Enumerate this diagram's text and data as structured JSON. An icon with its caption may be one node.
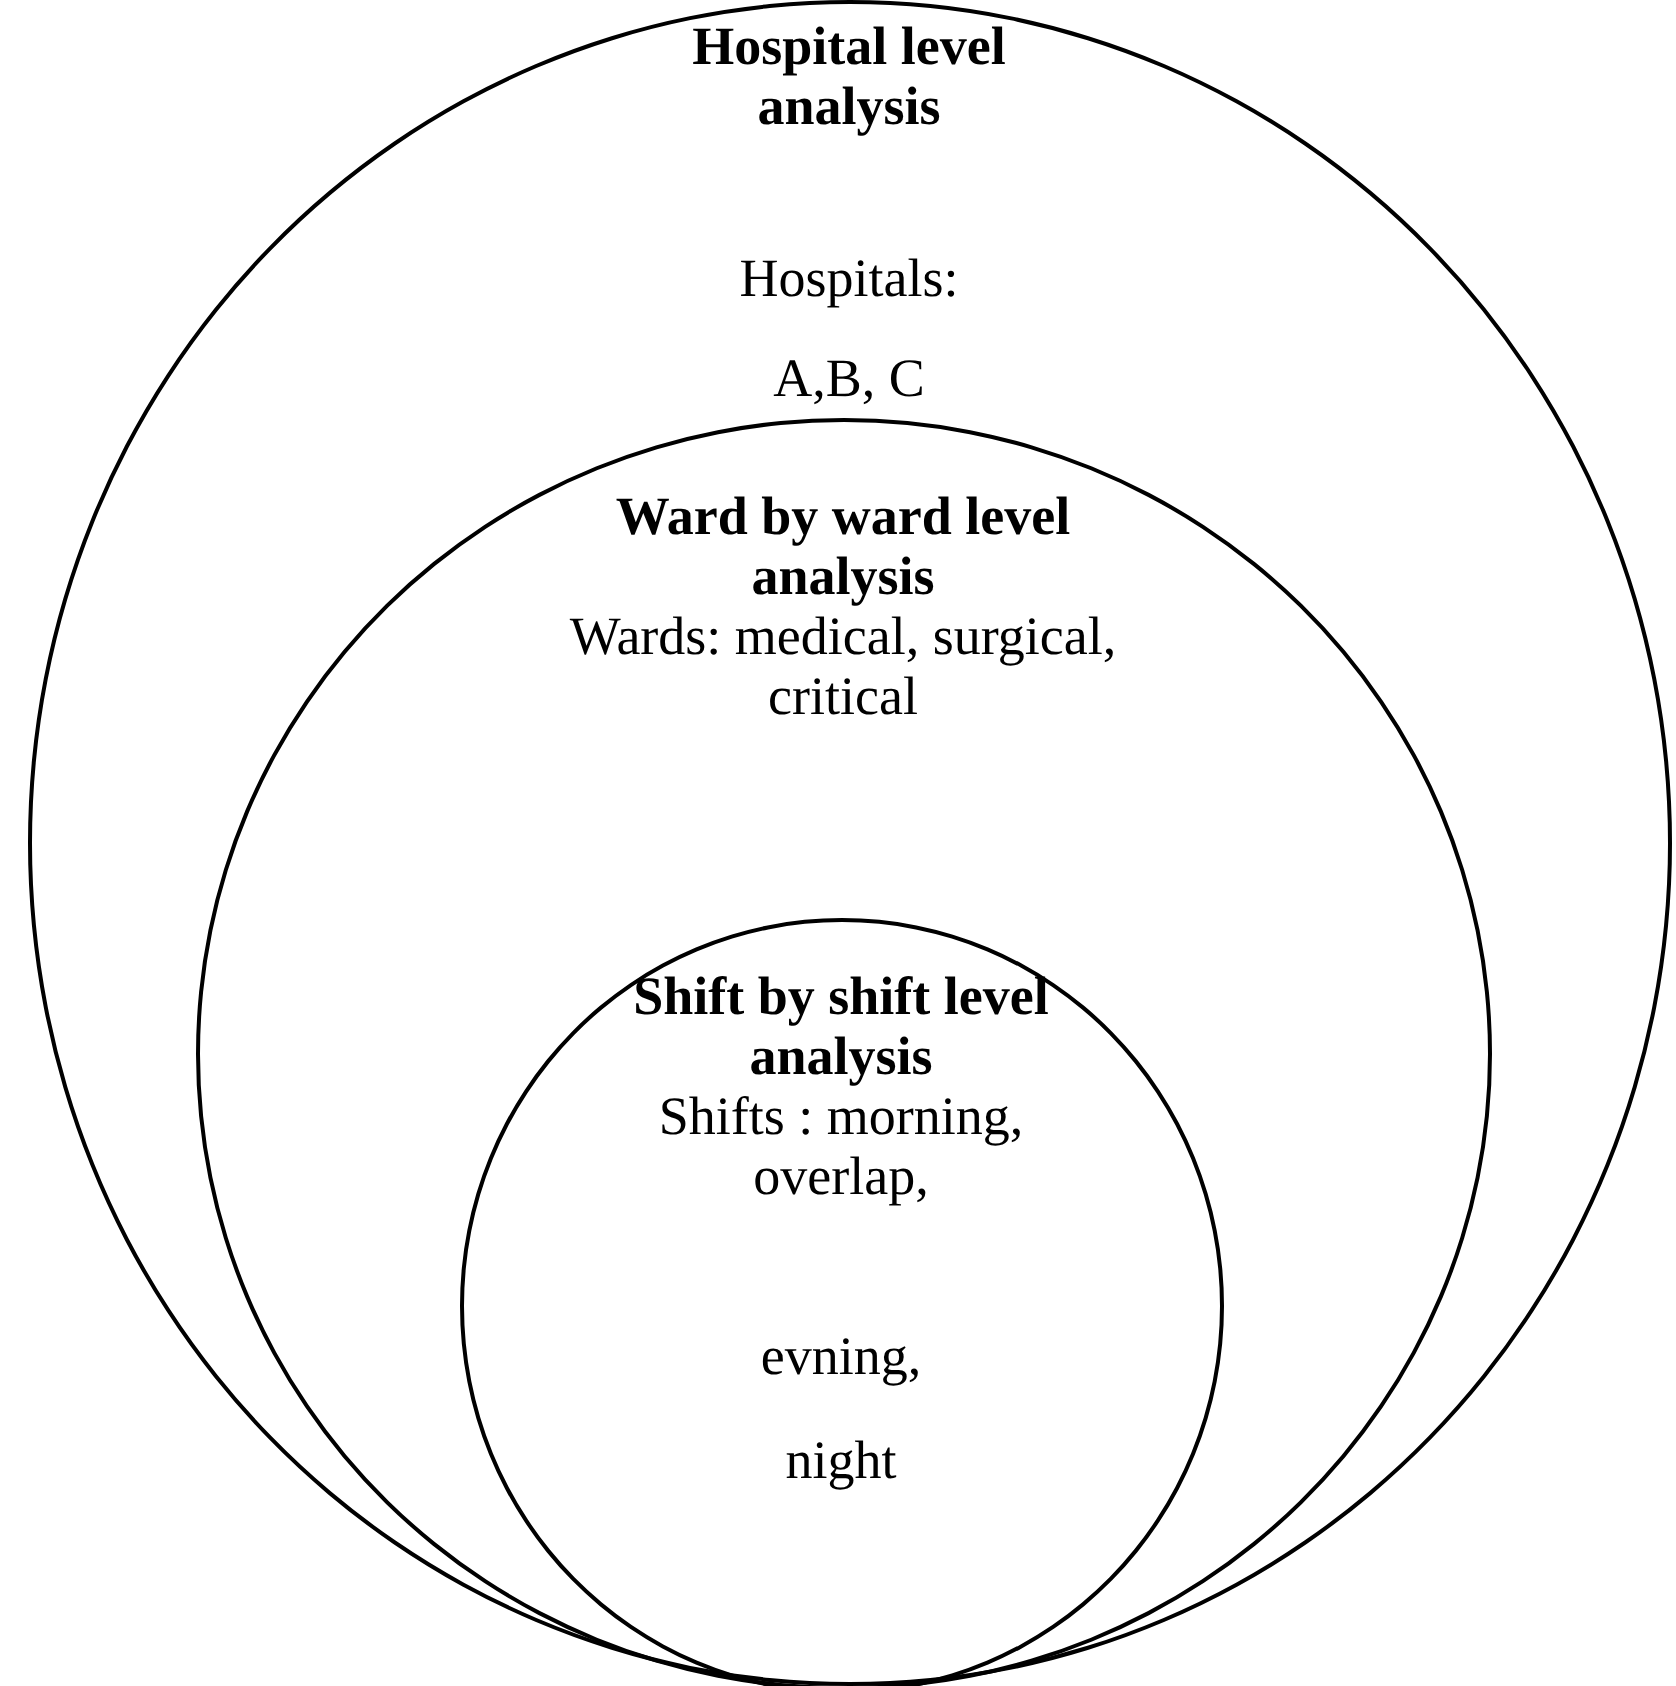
{
  "diagram": {
    "nodes": [
      {
        "text": [
          "Hospital level analysis",
          "Hospitals:",
          "A,B, C"
        ]
      },
      {
        "text": [
          "Ward by ward level analysis",
          "Wards: medical, surgical, critical"
        ],
        "in": 0
      },
      {
        "text": [
          "Shift by shift level analysis",
          "Shifts : morning, overlap,",
          "evning,",
          "night"
        ],
        "in": 1
      }
    ]
  }
}
